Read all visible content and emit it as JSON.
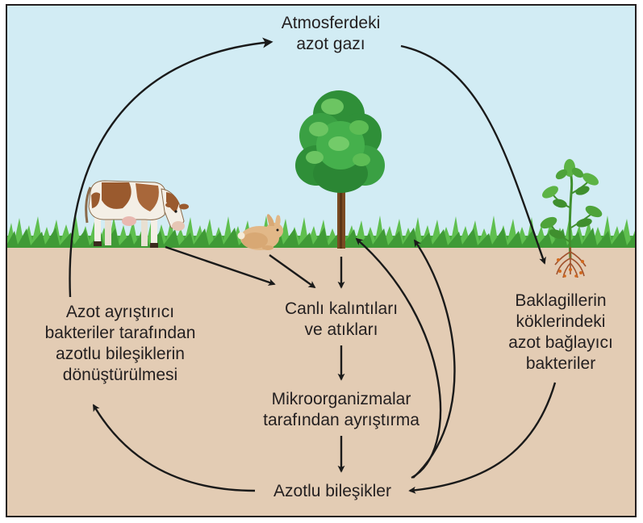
{
  "labels": {
    "atmosphere": [
      "Atmosferdeki",
      "azot gazı"
    ],
    "remains": [
      "Canlı kalıntıları",
      "ve atıkları"
    ],
    "microorganisms": [
      "Mikroorganizmalar",
      "tarafından ayrıştırma"
    ],
    "compounds": [
      "Azotlu bileşikler"
    ],
    "denitrifying": [
      "Azot ayrıştırıcı",
      "bakteriler tarafından",
      "azotlu bileşiklerin",
      "dönüştürülmesi"
    ],
    "fixing": [
      "Baklagillerin",
      "köklerindeki",
      "azot bağlayıcı",
      "bakteriler"
    ]
  },
  "colors": {
    "sky": "#d2ecf4",
    "soil": "#e3ccb4",
    "grass": "#55b648",
    "arrow": "#1a1a1a",
    "border": "#231f20"
  },
  "icons": {
    "tree": "tree-icon",
    "cow": "cow-icon",
    "rabbit": "rabbit-icon",
    "legume": "legume-plant-icon"
  }
}
